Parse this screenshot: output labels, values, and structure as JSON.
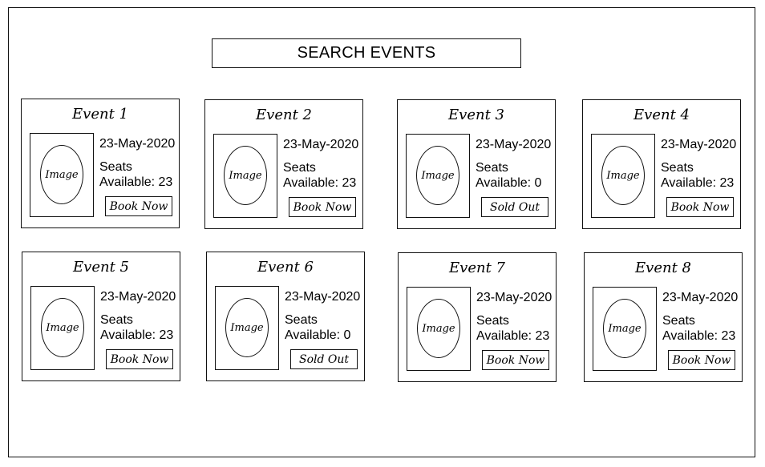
{
  "search": {
    "label": "SEARCH EVENTS"
  },
  "events": [
    {
      "title": "Event 1",
      "image_label": "Image",
      "date": "23-May-2020",
      "seats_label": "Seats",
      "available_label": "Available: 23",
      "button": "Book Now"
    },
    {
      "title": "Event 2",
      "image_label": "Image",
      "date": "23-May-2020",
      "seats_label": "Seats",
      "available_label": "Available: 23",
      "button": "Book Now"
    },
    {
      "title": "Event 3",
      "image_label": "Image",
      "date": "23-May-2020",
      "seats_label": "Seats",
      "available_label": "Available: 0",
      "button": "Sold Out"
    },
    {
      "title": "Event 4",
      "image_label": "Image",
      "date": "23-May-2020",
      "seats_label": "Seats",
      "available_label": "Available: 23",
      "button": "Book Now"
    },
    {
      "title": "Event 5",
      "image_label": "Image",
      "date": "23-May-2020",
      "seats_label": "Seats",
      "available_label": "Available: 23",
      "button": "Book Now"
    },
    {
      "title": "Event 6",
      "image_label": "Image",
      "date": "23-May-2020",
      "seats_label": "Seats",
      "available_label": "Available: 0",
      "button": "Sold Out"
    },
    {
      "title": "Event 7",
      "image_label": "Image",
      "date": "23-May-2020",
      "seats_label": "Seats",
      "available_label": "Available: 23",
      "button": "Book Now"
    },
    {
      "title": "Event 8",
      "image_label": "Image",
      "date": "23-May-2020",
      "seats_label": "Seats",
      "available_label": "Available: 23",
      "button": "Book Now"
    }
  ]
}
